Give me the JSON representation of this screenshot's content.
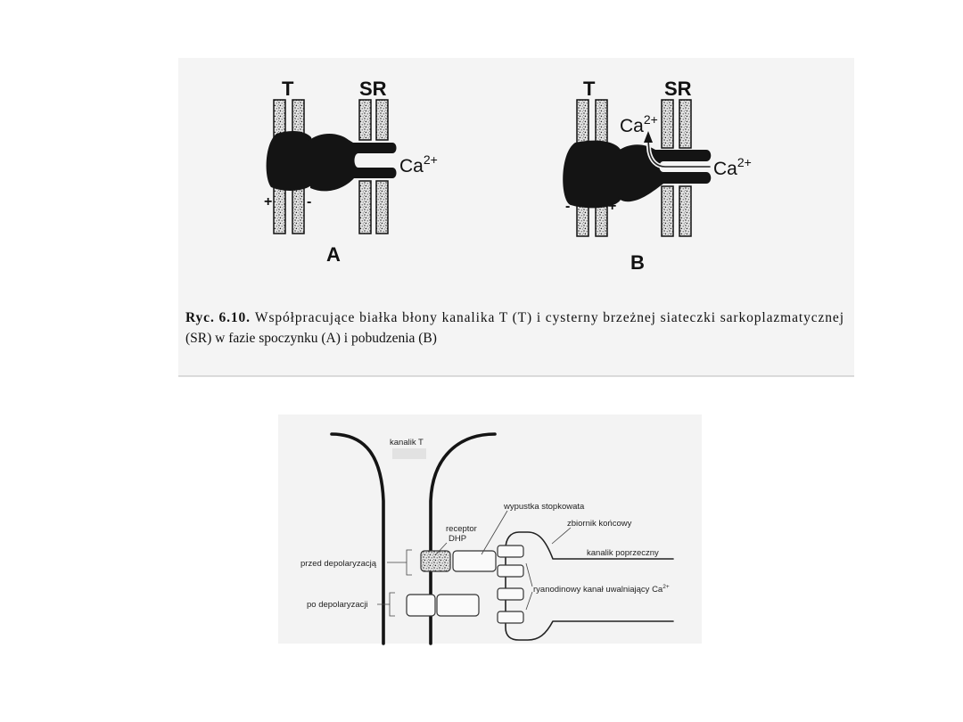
{
  "figure_top": {
    "panel_a": {
      "label_t": "T",
      "label_sr": "SR",
      "ca": "Ca",
      "ca_charge": "2+",
      "sign_left": "+",
      "sign_right": "-",
      "panel_label": "A"
    },
    "panel_b": {
      "label_t": "T",
      "label_sr": "SR",
      "ca_top": "Ca",
      "ca_top_charge": "2+",
      "ca_right": "Ca",
      "ca_right_charge": "2+",
      "sign_left": "-",
      "sign_right": "+",
      "panel_label": "B"
    },
    "caption": {
      "label": "Ryc. 6.10.",
      "line1": "Współpracujące białka błony kanalika T (T) i cysterny brzeżnej siateczki sarkoplazmatycznej",
      "line2": "(SR) w fazie spoczynku (A) i pobudzenia (B)"
    }
  },
  "figure_bottom": {
    "kanalik_t": "kanalik T",
    "wypustka": "wypustka stopkowata",
    "zbiornik": "zbiornik końcowy",
    "receptor_line1": "receptor",
    "receptor_line2": "DHP",
    "kanalik_poprzeczny": "kanalik poprzeczny",
    "przed": "przed depolaryzacją",
    "ryanodine": "ryanodinowy kanał uwalniający Ca",
    "ryanodine_charge": "2+",
    "po": "po depolaryzacji"
  },
  "colors": {
    "ink": "#141414",
    "figure_background": "#f4f4f4",
    "page_background": "#ffffff"
  }
}
